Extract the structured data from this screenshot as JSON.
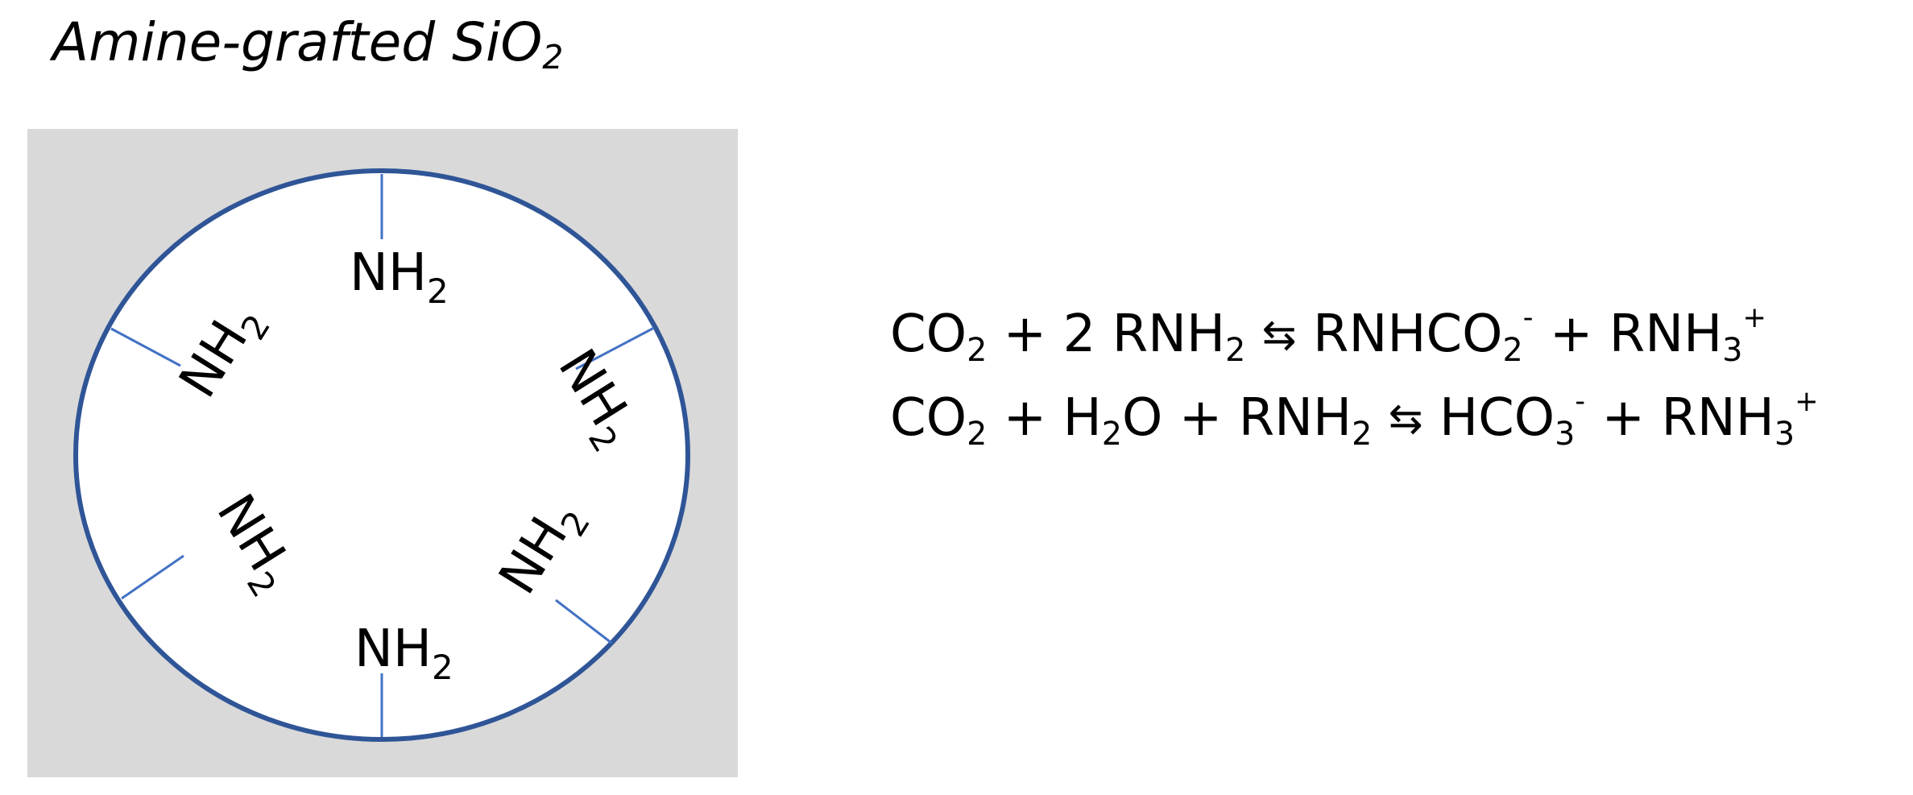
{
  "title": {
    "main": "Amine-grafted SiO",
    "sub": "2"
  },
  "particle": {
    "groups": [
      {
        "main": "NH",
        "sub": "2"
      },
      {
        "main": "NH",
        "sub": "2"
      },
      {
        "main": "NH",
        "sub": "2"
      },
      {
        "main": "NH",
        "sub": "2"
      },
      {
        "main": "NH",
        "sub": "2"
      },
      {
        "main": "NH",
        "sub": "2"
      }
    ]
  },
  "equations": [
    {
      "reactants": [
        {
          "main": "CO",
          "sub": "2"
        },
        {
          "text": " + 2 "
        },
        {
          "main": "RNH",
          "sub": "2"
        }
      ],
      "arrow": "⇆",
      "products": [
        {
          "main": "RNHCO",
          "sub": "2",
          "sup": "-"
        },
        {
          "text": " + "
        },
        {
          "main": "RNH",
          "sub": "3",
          "sup": "+"
        }
      ]
    },
    {
      "reactants": [
        {
          "main": "CO",
          "sub": "2"
        },
        {
          "text": " + "
        },
        {
          "main": "H",
          "sub": "2"
        },
        {
          "text": "O + "
        },
        {
          "main": "RNH",
          "sub": "2"
        }
      ],
      "arrow": "⇆",
      "products": [
        {
          "main": "HCO",
          "sub": "3",
          "sup": "-"
        },
        {
          "text": " + "
        },
        {
          "main": "RNH",
          "sub": "3",
          "sup": "+"
        }
      ]
    }
  ],
  "colors": {
    "background_box": "#d9d9d9",
    "circle_stroke": "#2f5597",
    "bond": "#4472c4"
  }
}
